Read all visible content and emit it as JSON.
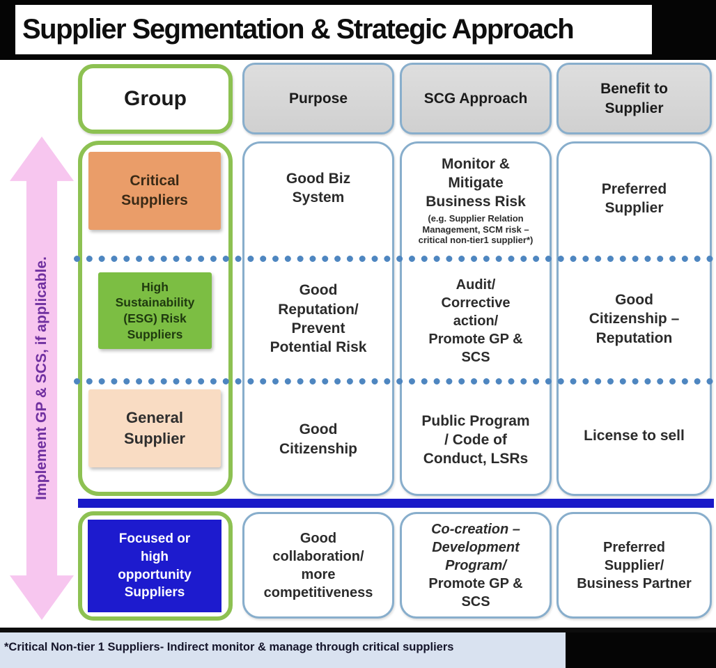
{
  "title": "Supplier Segmentation & Strategic Approach",
  "arrow": {
    "label": "Implement GP & SCS, if applicable."
  },
  "headers": {
    "group": "Group",
    "purpose": "Purpose",
    "scg": "SCG Approach",
    "benefit": "Benefit to\nSupplier"
  },
  "rows": [
    {
      "group": "Critical\nSuppliers",
      "purpose": "Good Biz\nSystem",
      "scg": "Monitor &\nMitigate\nBusiness Risk",
      "scg_note": "(e.g. Supplier Relation\nManagement, SCM risk –\ncritical non-tier1 supplier*)",
      "benefit": "Preferred\nSupplier"
    },
    {
      "group": "High\nSustainability\n(ESG) Risk\nSuppliers",
      "purpose": "Good\nReputation/\nPrevent\nPotential Risk",
      "scg": "Audit/\nCorrective\naction/\nPromote GP &\nSCS",
      "benefit": "Good\nCitizenship –\nReputation"
    },
    {
      "group": "General\nSupplier",
      "purpose": "Good\nCitizenship",
      "scg": "Public Program\n/ Code of\nConduct, LSRs",
      "benefit": "License to sell"
    },
    {
      "group": "Focused or\nhigh\nopportunity\nSuppliers",
      "purpose": "Good\ncollaboration/\nmore\ncompetitiveness",
      "scg_italic": "Co-creation –\nDevelopment\nProgram/",
      "scg": "Promote GP &\nSCS",
      "benefit": "Preferred\nSupplier/\nBusiness Partner"
    }
  ],
  "footnote": "*Critical Non-tier 1 Suppliers- Indirect monitor & manage through critical suppliers",
  "colors": {
    "green_border": "#8DC152",
    "critical_orange": "#EA9D69",
    "esg_green": "#7CBE43",
    "general_peach": "#F9DCC3",
    "focus_blue": "#1D1BCE",
    "divider_blue": "#1A1AC8",
    "dotted_blue": "#4E86C0",
    "header_gray": "#D9D9D9",
    "cell_border_blue": "#88AECC",
    "arrow_pink": "#F7C6EF",
    "arrow_text_purple": "#7030A0",
    "footnote_bg": "#D9E2F0"
  }
}
